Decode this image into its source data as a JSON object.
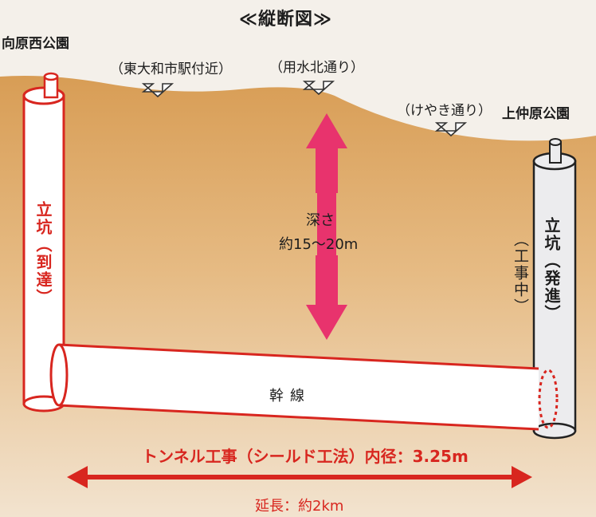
{
  "diagram": {
    "title": "≪縦断図≫",
    "start_park": "向原西公園",
    "end_park": "上仲原公園",
    "locations": [
      "（東大和市駅付近）",
      "（用水北通り）",
      "（けやき通り）"
    ],
    "depth_label": "深さ",
    "depth_value": "約15～20m",
    "shaft_arrival": "立坑（到達）",
    "shaft_launch": "立坑（発進）",
    "under_construction": "（工事中）",
    "trunk_label": "幹線",
    "work_method": "トンネル工事（シールド工法）内径：3.25m",
    "extension": "延長：約2km",
    "colors": {
      "ground": "#dfae6e",
      "accent_red": "#d8261f",
      "depth_arrow": "#e8336d",
      "background": "#f4f0ea"
    }
  }
}
